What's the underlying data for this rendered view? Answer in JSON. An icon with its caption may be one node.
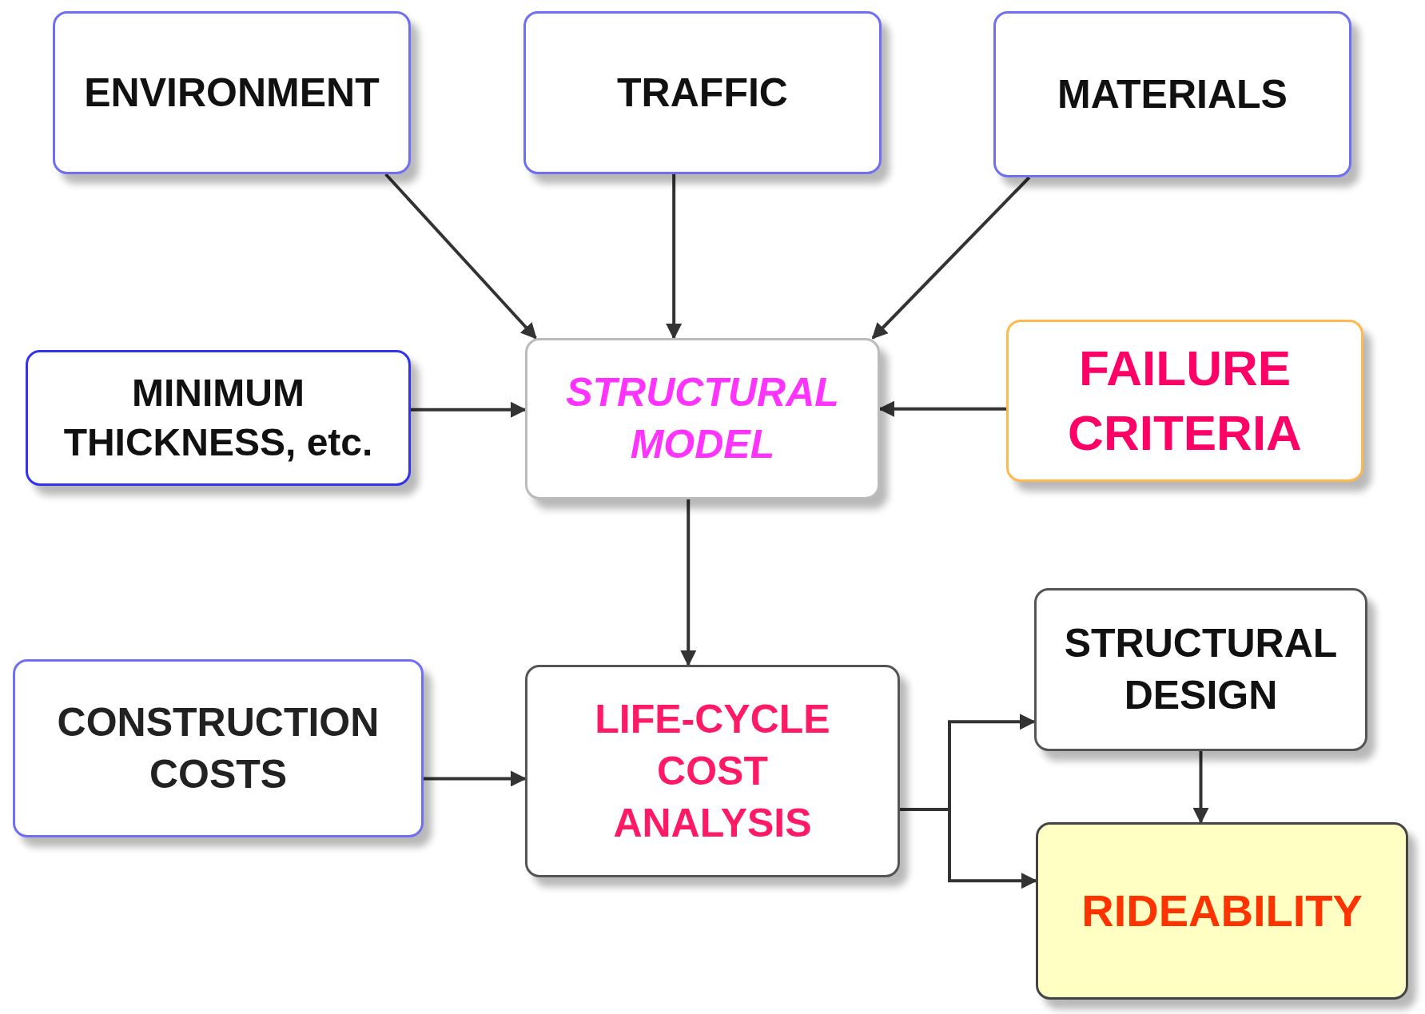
{
  "diagram": {
    "nodes": [
      {
        "text": [
          "ENVIRONMENT"
        ]
      },
      {
        "text": [
          "TRAFFIC"
        ]
      },
      {
        "text": [
          "MATERIALS"
        ]
      },
      {
        "text": [
          "MINIMUM THICKNESS, etc."
        ]
      },
      {
        "text": [
          "STRUCTURAL MODEL"
        ]
      },
      {
        "text": [
          "FAILURE CRITERIA"
        ]
      },
      {
        "text": [
          "CONSTRUCTION COSTS"
        ]
      },
      {
        "text": [
          "LIFE-CYCLE COST ANALYSIS"
        ]
      },
      {
        "text": [
          "STRUCTURAL DESIGN"
        ]
      },
      {
        "text": [
          "RIDEABILITY"
        ]
      }
    ],
    "edges": [
      {
        "from": 0,
        "to": 4,
        "arrow": "to"
      },
      {
        "from": 1,
        "to": 4,
        "arrow": "to"
      },
      {
        "from": 2,
        "to": 4,
        "arrow": "to"
      },
      {
        "from": 3,
        "to": 4,
        "arrow": "to"
      },
      {
        "from": 5,
        "to": 4,
        "arrow": "to"
      },
      {
        "from": 4,
        "to": 7,
        "arrow": "to"
      },
      {
        "from": 6,
        "to": 7,
        "arrow": "to"
      },
      {
        "from": 7,
        "to": 8,
        "arrow": "to"
      },
      {
        "from": 7,
        "to": 9,
        "arrow": "to"
      },
      {
        "from": 8,
        "to": 9,
        "arrow": "to"
      }
    ]
  }
}
